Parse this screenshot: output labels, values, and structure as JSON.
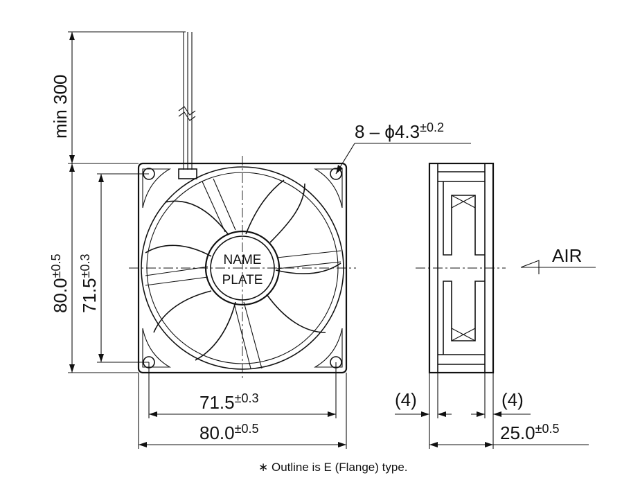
{
  "dimensions": {
    "lead_length": "min 300",
    "hole_spec": "8 – ϕ4.3",
    "hole_tol": "±0.2",
    "height_outer": "80.0",
    "height_outer_tol": "±0.5",
    "height_pitch": "71.5",
    "height_pitch_tol": "±0.3",
    "width_pitch": "71.5",
    "width_pitch_tol": "±0.3",
    "width_outer": "80.0",
    "width_outer_tol": "±0.5",
    "side_left": "(4)",
    "side_right": "(4)",
    "depth": "25.0",
    "depth_tol": "±0.5"
  },
  "nameplate": {
    "line1": "NAME",
    "line2": "PLATE"
  },
  "airflow_label": "AIR",
  "footnote": "∗ Outline is E (Flange) type."
}
